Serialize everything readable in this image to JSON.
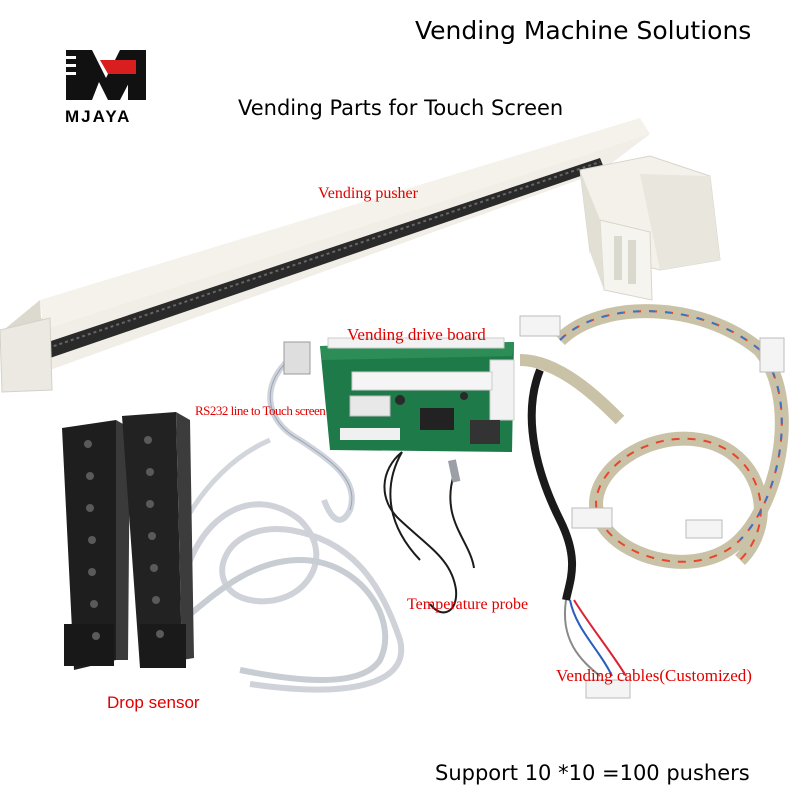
{
  "header": {
    "title": "Vending Machine Solutions"
  },
  "subtitle": "Vending Parts for Touch Screen",
  "logo": {
    "text": "MJAYA",
    "icon": "mj-monogram-logo"
  },
  "labels": {
    "pusher": "Vending pusher",
    "drive_board": "Vending drive board",
    "rs232": "RS232 line to Touch screen",
    "temperature_probe": "Temperature probe",
    "cables": "Vending cables(Customized)",
    "drop_sensor": "Drop sensor"
  },
  "footer": "Support 10 *10 =100 pushers",
  "colors": {
    "label_red": "#e00000",
    "logo_red": "#d81e1e",
    "board_green": "#1f7a4a",
    "pusher_white": "#f2f0e8",
    "sensor_black": "#1e1e1e"
  }
}
